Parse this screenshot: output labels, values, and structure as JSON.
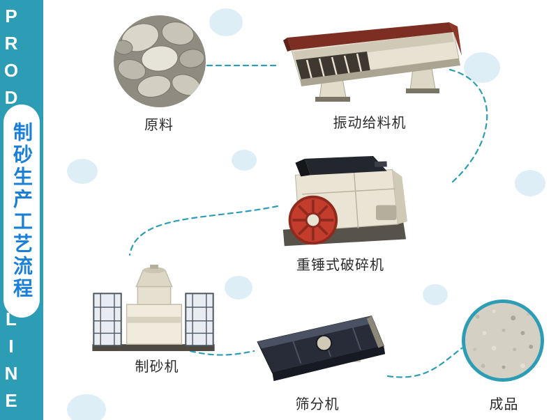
{
  "banner": {
    "en_top": "PROD",
    "en_bottom": "LINE",
    "title": "制砂生产工艺流程"
  },
  "flow": {
    "nodes": [
      {
        "label": "原料",
        "image": "raw-material-stones-photo"
      },
      {
        "label": "振动给料机",
        "image": "vibrating-feeder-illustration"
      },
      {
        "label": "重锤式破碎机",
        "image": "heavy-hammer-crusher-illustration"
      },
      {
        "label": "制砂机",
        "image": "sand-making-machine-illustration"
      },
      {
        "label": "筛分机",
        "image": "vibrating-screen-illustration"
      },
      {
        "label": "成品",
        "image": "finished-sand-photo"
      }
    ]
  },
  "colors": {
    "accent_teal": "#2d9db6",
    "title_blue": "#1a7fd6",
    "label_text": "#2b2b2b",
    "feeder_red": "#7c2e22",
    "flywheel_red": "#c43c2b"
  }
}
